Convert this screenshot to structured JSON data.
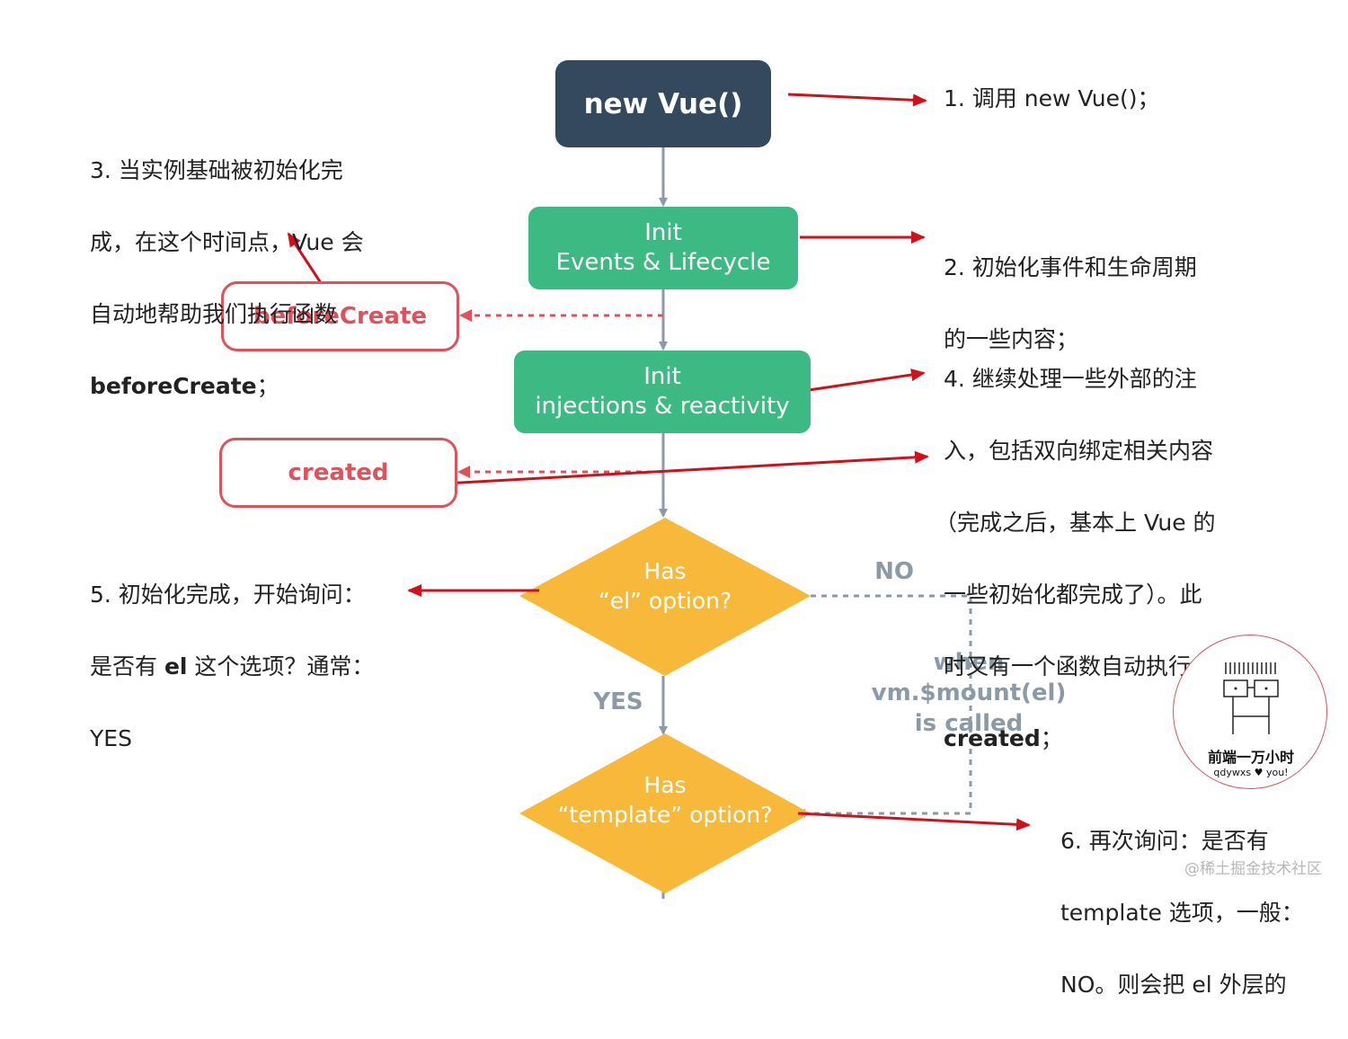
{
  "nodes": {
    "new_vue": "new Vue()",
    "init_events": [
      "Init",
      "Events & Lifecycle"
    ],
    "init_injections": [
      "Init",
      "injections & reactivity"
    ],
    "before_create": "beforeCreate",
    "created": "created",
    "has_el": [
      "Has",
      "“el” option?"
    ],
    "has_template": [
      "Has",
      "“template” option?"
    ]
  },
  "edge_labels": {
    "no": "NO",
    "yes": "YES",
    "when_mount": [
      "when",
      "vm.$mount(el)",
      "is called"
    ]
  },
  "notes": {
    "n1": "1. 调用 new Vue()；",
    "n2": [
      "2. 初始化事件和生命周期",
      "的一些内容；"
    ],
    "n3": [
      "3. 当实例基础被初始化完",
      "成，在这个时间点，Vue 会",
      "自动地帮助我们执行函数"
    ],
    "n3_bold": "beforeCreate",
    "n3_tail": "；",
    "n4": [
      "4. 继续处理一些外部的注",
      "入，包括双向绑定相关内容",
      "（完成之后，基本上 Vue 的",
      "一些初始化都完成了）。此",
      "时又有一个函数自动执行"
    ],
    "n4_bold": "created",
    "n4_tail": "；",
    "n5_l1": "5. 初始化完成，开始询问：",
    "n5_l2_pre": "是否有 ",
    "n5_l2_bold": "el",
    "n5_l2_post": " 这个选项？通常：",
    "n5_l3": "YES",
    "n6": [
      "6. 再次询问：是否有",
      "template 选项，一般：",
      "NO。则会把 el 外层的"
    ]
  },
  "watermark": {
    "title": "前端一万小时",
    "subtitle": "qdywxs ♥ you!",
    "corner": "@稀土掘金技术社区"
  },
  "colors": {
    "dark_node": "#34495e",
    "green_node": "#3dba84",
    "hook": "#e0515a",
    "decision": "#f8b83a",
    "flow_line": "#8c9aa8",
    "annotation_arrow": "#d0111b"
  }
}
